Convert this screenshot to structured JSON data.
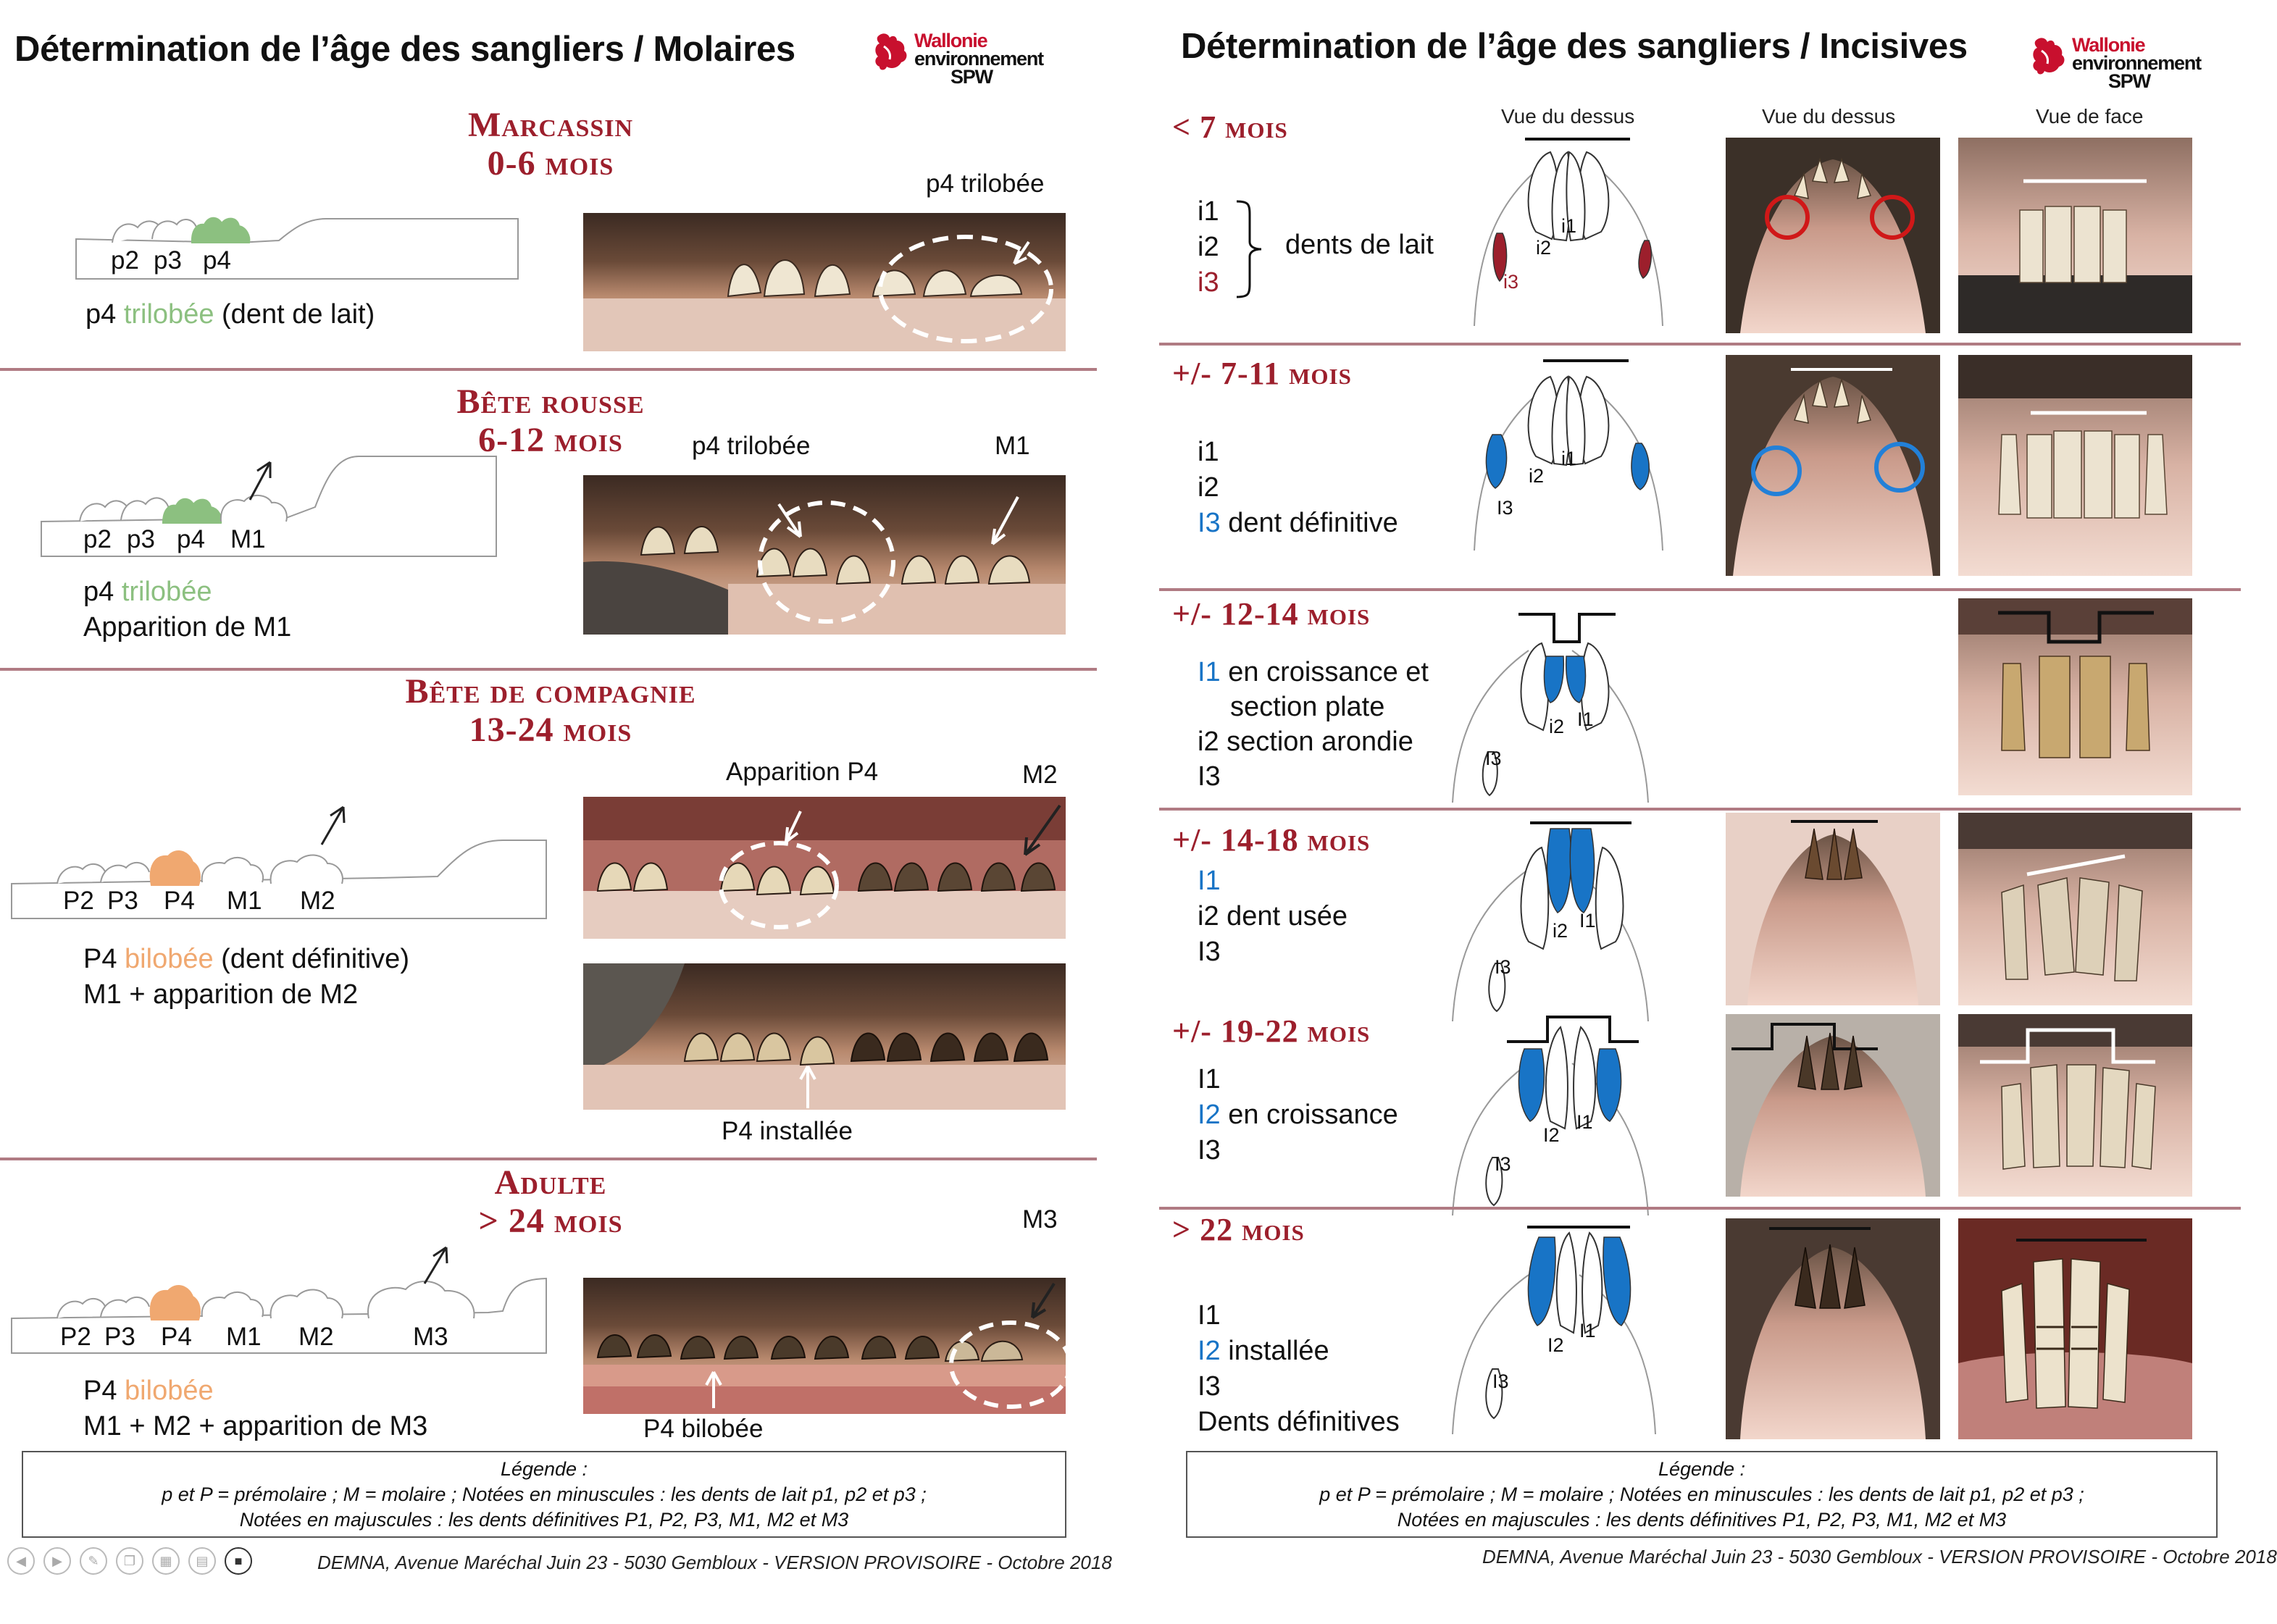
{
  "left": {
    "title": "Détermination de l’âge des sangliers / Molaires",
    "logo": {
      "line1": "Wallonie",
      "line2": "environnement",
      "line3": "SPW"
    },
    "sections": [
      {
        "heading1": "Marcassin",
        "heading2": "0-6 mois",
        "diagram_labels": [
          "p2",
          "p3",
          "p4"
        ],
        "desc_part1": "p4 ",
        "desc_colored": "trilobée",
        "desc_part2": " (dent de lait)",
        "photo_annotation": "p4 trilobée"
      },
      {
        "heading1": "Bête rousse",
        "heading2": "6-12 mois",
        "diagram_labels": [
          "p2",
          "p3",
          "p4",
          "M1"
        ],
        "desc_part1": "p4 ",
        "desc_colored": "trilobée",
        "desc_line2": "Apparition de M1",
        "photo_annotation_1": "p4 trilobée",
        "photo_annotation_2": "M1"
      },
      {
        "heading1": "Bête de compagnie",
        "heading2": "13-24 mois",
        "diagram_labels": [
          "P2",
          "P3",
          "P4",
          "M1",
          "M2"
        ],
        "desc_part1": "P4 ",
        "desc_colored": "bilobée",
        "desc_part2": " (dent définitive)",
        "desc_line2": "M1 + apparition de M2",
        "photo_annotation_1": "Apparition P4",
        "photo_annotation_2": "M2",
        "photo_annotation_3": "P4 installée"
      },
      {
        "heading1": "Adulte",
        "heading2": "> 24 mois",
        "diagram_labels": [
          "P2",
          "P3",
          "P4",
          "M1",
          "M2",
          "M3"
        ],
        "desc_part1": "P4 ",
        "desc_colored": "bilobée",
        "desc_line2": "M1 + M2 + apparition de M3",
        "photo_annotation_1": "M3",
        "photo_annotation_2": "P4 bilobée"
      }
    ],
    "legend": {
      "title": "Légende :",
      "line1": "p et P = prémolaire ; M = molaire ; Notées en minuscules : les dents de lait p1, p2 et p3 ;",
      "line2": "Notées en majuscules : les dents définitives P1, P2, P3, M1, M2 et M3"
    },
    "footer": "DEMNA, Avenue Maréchal Juin 23 - 5030 Gembloux - VERSION PROVISOIRE - Octobre 2018"
  },
  "right": {
    "title": "Détermination de l’âge des sangliers / Incisives",
    "logo": {
      "line1": "Wallonie",
      "line2": "environnement",
      "line3": "SPW"
    },
    "column_headers": [
      "Vue du dessus",
      "Vue du dessus",
      "Vue de face"
    ],
    "sections": [
      {
        "heading": "< 7 mois",
        "lines": [
          {
            "a": "i1",
            "b": ""
          },
          {
            "a": "i2",
            "b": ""
          },
          {
            "a": "i3",
            "b": ""
          }
        ],
        "brace_label": "dents de lait",
        "diagram_labels": [
          "i1",
          "i2",
          "i3"
        ]
      },
      {
        "heading": "+/- 7-11 mois",
        "lines": [
          {
            "a": "i1",
            "b": ""
          },
          {
            "a": "i2",
            "b": ""
          },
          {
            "a": "I3",
            "b": " dent définitive"
          }
        ],
        "diagram_labels": [
          "i1",
          "i2",
          "I3"
        ]
      },
      {
        "heading": "+/- 12-14 mois",
        "lines": [
          {
            "a": "I1",
            "b": " en croissance et"
          },
          {
            "a": "",
            "b": "section plate"
          },
          {
            "a": "i2",
            "b": " section arondie"
          },
          {
            "a": "I3",
            "b": ""
          }
        ],
        "diagram_labels": [
          "I1",
          "i2",
          "I3"
        ]
      },
      {
        "heading": "+/- 14-18 mois",
        "lines": [
          {
            "a": "I1",
            "b": ""
          },
          {
            "a": "i2",
            "b": " dent usée"
          },
          {
            "a": "I3",
            "b": ""
          }
        ],
        "diagram_labels": [
          "I1",
          "i2",
          "I3"
        ]
      },
      {
        "heading": "+/- 19-22 mois",
        "lines": [
          {
            "a": "I1",
            "b": ""
          },
          {
            "a": "I2",
            "b": " en croissance"
          },
          {
            "a": "I3",
            "b": ""
          }
        ],
        "diagram_labels": [
          "I1",
          "I2",
          "I3"
        ]
      },
      {
        "heading": "> 22 mois",
        "lines": [
          {
            "a": "I1",
            "b": ""
          },
          {
            "a": "I2",
            "b": " installée"
          },
          {
            "a": "I3",
            "b": ""
          },
          {
            "a": "Dents définitives",
            "b": ""
          }
        ],
        "diagram_labels": [
          "I1",
          "I2",
          "I3"
        ]
      }
    ],
    "legend": {
      "title": "Légende :",
      "line1": "p et P = prémolaire ; M = molaire ; Notées en minuscules : les dents de lait p1, p2 et p3 ;",
      "line2": "Notées en majuscules : les dents définitives P1, P2, P3, M1, M2 et M3"
    },
    "footer": "DEMNA, Avenue Maréchal Juin 23 - 5030 Gembloux - VERSION PROVISOIRE - Octobre 2018"
  },
  "colors": {
    "heading": "#9c1f2c",
    "separator": "#b07b83",
    "milk_tooth_green": "#8cc080",
    "bilobed_orange": "#f0a870",
    "permanent_blue": "#1874c6",
    "milk_i3_red": "#9c1f2c"
  },
  "viewer_controls": [
    "prev-icon",
    "next-icon",
    "pen-icon",
    "copy-icon",
    "grid-icon",
    "pages-icon",
    "camera-icon"
  ]
}
